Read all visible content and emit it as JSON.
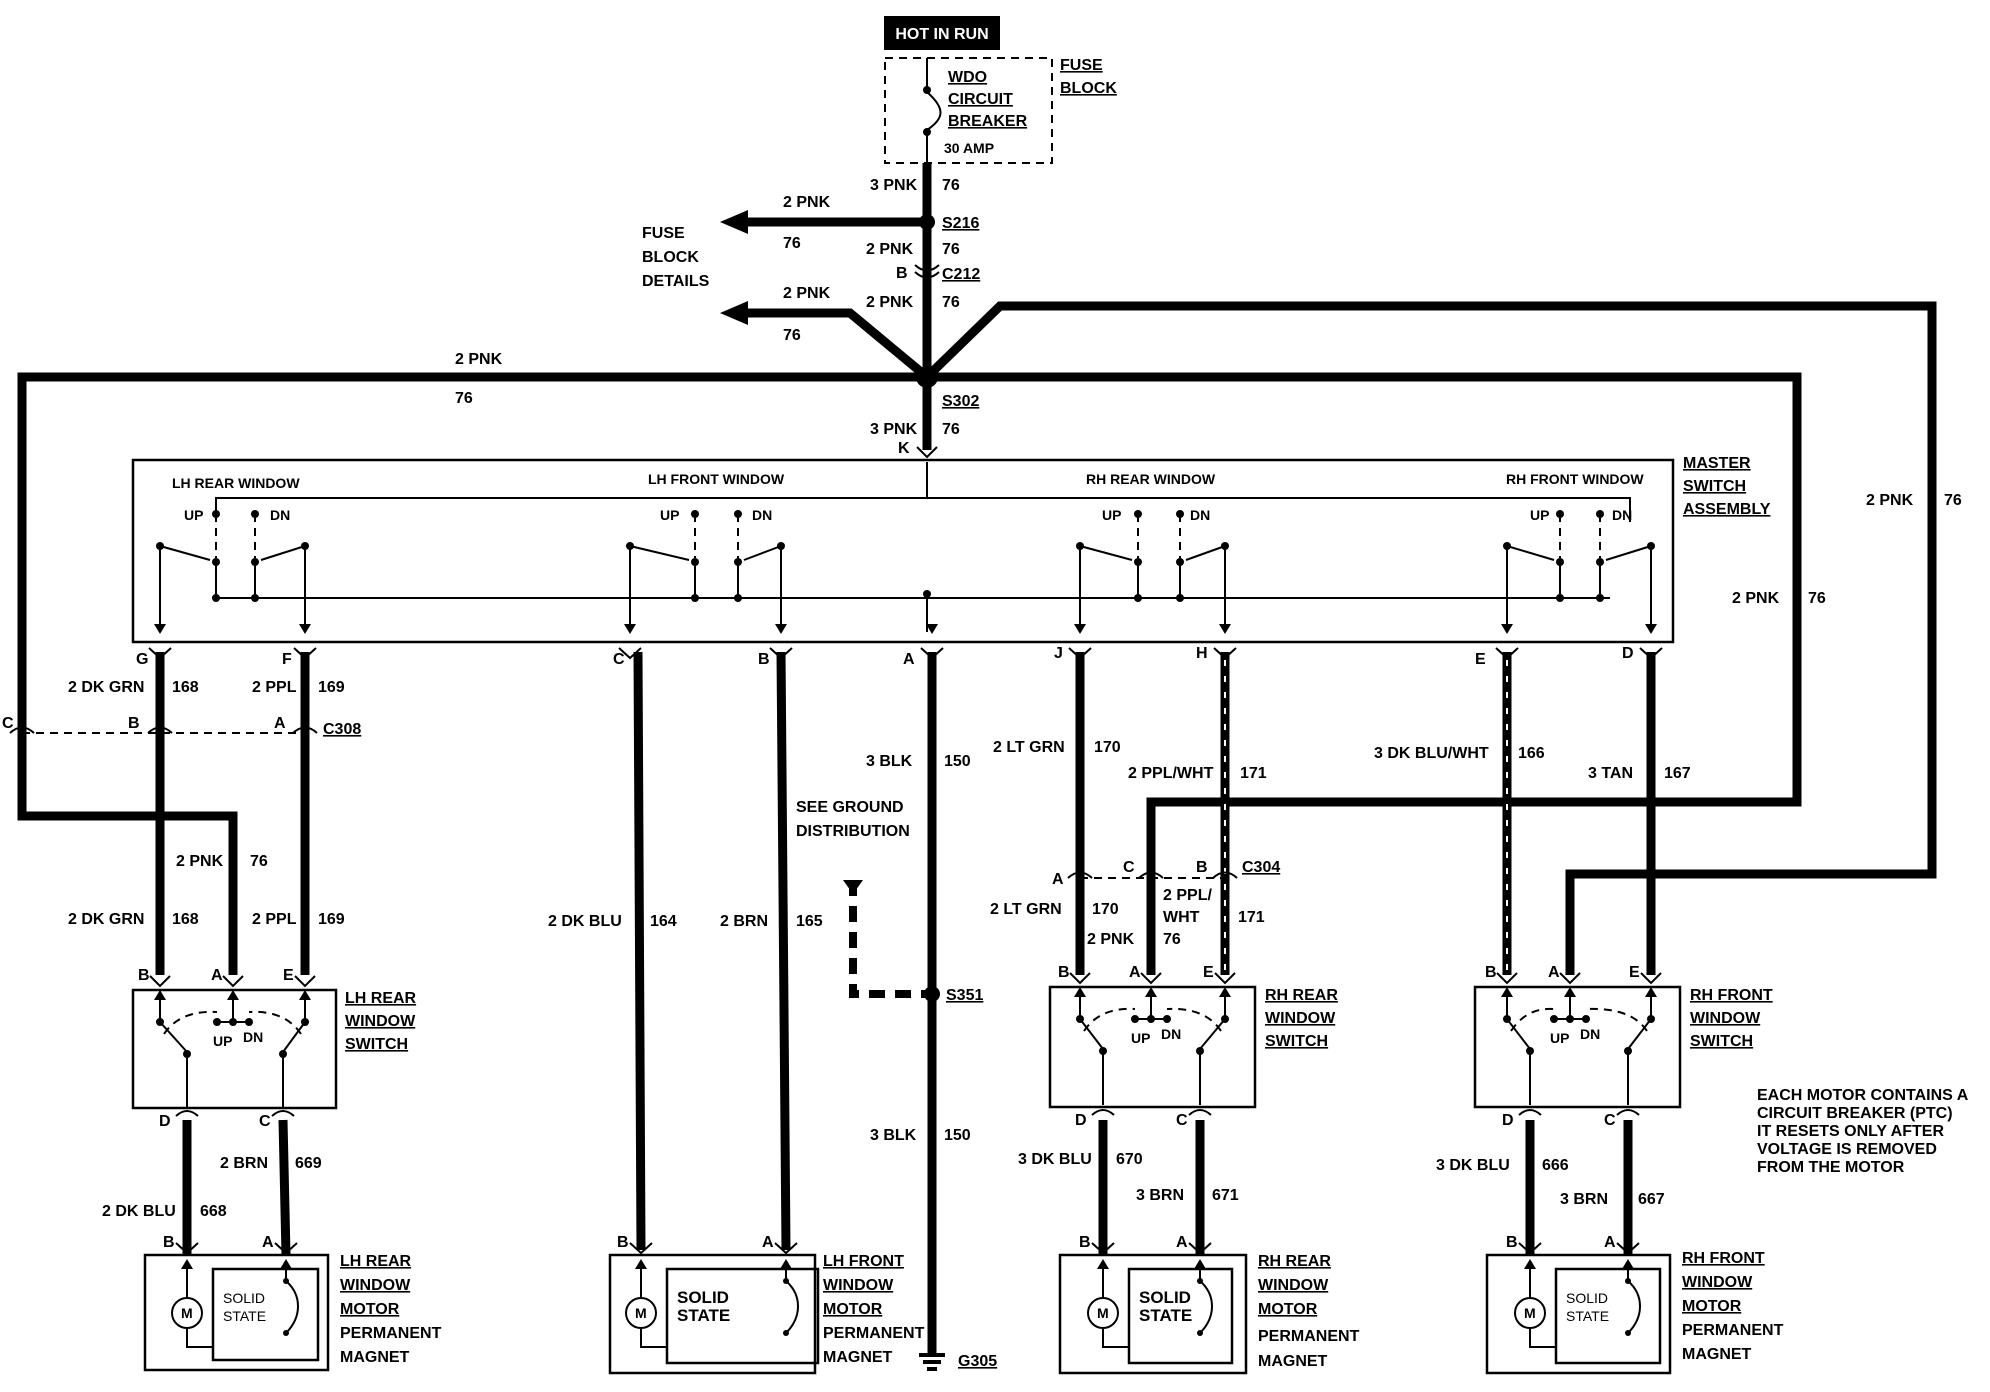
{
  "power": {
    "hot_label": "HOT IN RUN",
    "breaker_lines": [
      "WDO",
      "CIRCUIT",
      "BREAKER"
    ],
    "breaker_amps": "30 AMP",
    "fuse_block": [
      "FUSE",
      "BLOCK"
    ],
    "fuse_block_details": [
      "FUSE",
      "BLOCK",
      "DETAILS"
    ]
  },
  "splices": {
    "s216": "S216",
    "c212": "C212",
    "c212_pin": "B",
    "s302": "S302",
    "s351": "S351",
    "g305": "G305",
    "c308": "C308",
    "c304": "C304"
  },
  "main_wire": {
    "above_s216": [
      "3 PNK",
      "76"
    ],
    "below_s216": [
      "2 PNK",
      "76"
    ],
    "below_c212": [
      "2 PNK",
      "76"
    ],
    "below_s302": [
      "3 PNK",
      "76"
    ],
    "below_s302_pin": "K",
    "branch1": [
      "2 PNK",
      "76"
    ],
    "branch2": [
      "2 PNK",
      "76"
    ],
    "left_loop": [
      "2 PNK",
      "76"
    ],
    "right_loop_outer": [
      "2 PNK",
      "76"
    ],
    "right_loop_inner": [
      "2 PNK",
      "76"
    ]
  },
  "master_switch": {
    "title": [
      "MASTER",
      "SWITCH",
      "ASSEMBLY"
    ],
    "sections": [
      "LH REAR WINDOW",
      "LH FRONT WINDOW",
      "RH REAR WINDOW",
      "RH FRONT WINDOW"
    ],
    "up": "UP",
    "dn": "DN",
    "pins": [
      "G",
      "F",
      "C",
      "B",
      "A",
      "J",
      "H",
      "E",
      "D"
    ]
  },
  "wires": {
    "g": [
      "2 DK GRN",
      "168"
    ],
    "f": [
      "2 PPL",
      "169"
    ],
    "c308_pins": [
      "C",
      "B",
      "A"
    ],
    "lh_pnk": [
      "2 PNK",
      "76"
    ],
    "lh_grn": [
      "2 DK GRN",
      "168"
    ],
    "lh_ppl": [
      "2 PPL",
      "169"
    ],
    "lhf_blu": [
      "2 DK BLU",
      "164"
    ],
    "lhf_brn": [
      "2 BRN",
      "165"
    ],
    "ground_upper": [
      "3 BLK",
      "150"
    ],
    "ground_note": [
      "SEE GROUND",
      "DISTRIBUTION"
    ],
    "ground_lower": [
      "3 BLK",
      "150"
    ],
    "j": [
      "2 LT GRN",
      "170"
    ],
    "h": [
      "2 PPL/WHT",
      "171"
    ],
    "e": [
      "3 DK BLU/WHT",
      "166"
    ],
    "d": [
      "3 TAN",
      "167"
    ],
    "c304_pins": [
      "A",
      "C",
      "B"
    ],
    "rh_grn": [
      "2 LT GRN",
      "170"
    ],
    "rh_pnk": [
      "2 PNK",
      "76"
    ],
    "rh_ppl": [
      "2 PPL/",
      "WHT",
      "171"
    ],
    "lhr_d": [
      "2 DK BLU",
      "668"
    ],
    "lhr_c": [
      "2 BRN",
      "669"
    ],
    "rhr_d": [
      "3 DK BLU",
      "670"
    ],
    "rhr_c": [
      "3 BRN",
      "671"
    ],
    "rhf_d": [
      "3 DK BLU",
      "666"
    ],
    "rhf_c": [
      "3 BRN",
      "667"
    ]
  },
  "switches": {
    "lh_rear": [
      "LH REAR",
      "WINDOW",
      "SWITCH"
    ],
    "rh_rear": [
      "RH REAR",
      "WINDOW",
      "SWITCH"
    ],
    "rh_front": [
      "RH FRONT",
      "WINDOW",
      "SWITCH"
    ],
    "pins_top": [
      "B",
      "A",
      "E"
    ],
    "pins_bottom": [
      "D",
      "C"
    ],
    "up": "UP",
    "dn": "DN"
  },
  "motors": {
    "lh_rear": [
      "LH REAR",
      "WINDOW",
      "MOTOR",
      "PERMANENT",
      "MAGNET"
    ],
    "lh_front": [
      "LH FRONT",
      "WINDOW",
      "MOTOR",
      "PERMANENT",
      "MAGNET"
    ],
    "rh_rear": [
      "RH REAR",
      "WINDOW",
      "MOTOR",
      "PERMANENT",
      "MAGNET"
    ],
    "rh_front": [
      "RH FRONT",
      "WINDOW",
      "MOTOR",
      "PERMANENT",
      "MAGNET"
    ],
    "solid_state": [
      "SOLID",
      "STATE"
    ],
    "m": "M",
    "pins": [
      "B",
      "A"
    ]
  },
  "note": [
    "EACH MOTOR CONTAINS A",
    "CIRCUIT BREAKER (PTC)",
    "IT RESETS ONLY AFTER",
    "VOLTAGE IS REMOVED",
    "FROM THE MOTOR"
  ]
}
